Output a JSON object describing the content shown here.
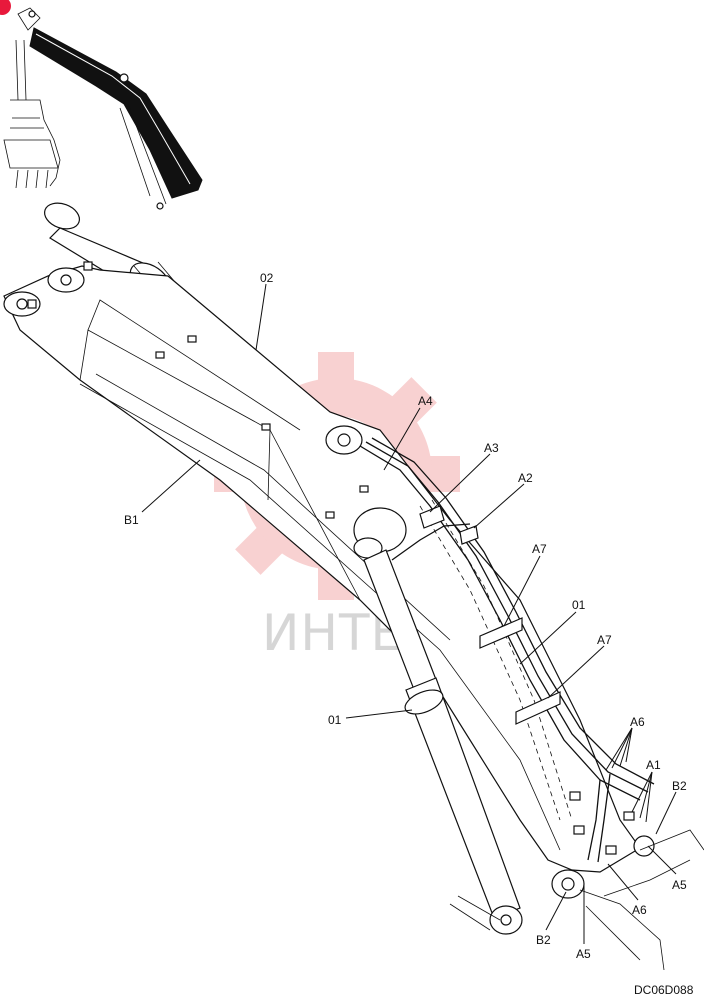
{
  "watermark": {
    "text": "ИНТЕХ",
    "gear_color": "#f7c9c9",
    "text_color": "#d6d6d6"
  },
  "drawing_code": "DC06D088",
  "corner_marker_color": "#e8193c",
  "callouts": [
    {
      "id": "lbl-02",
      "text": "02"
    },
    {
      "id": "lbl-A4",
      "text": "A4"
    },
    {
      "id": "lbl-A3",
      "text": "A3"
    },
    {
      "id": "lbl-A2",
      "text": "A2"
    },
    {
      "id": "lbl-B1",
      "text": "B1"
    },
    {
      "id": "lbl-A7a",
      "text": "A7"
    },
    {
      "id": "lbl-01a",
      "text": "01"
    },
    {
      "id": "lbl-A7b",
      "text": "A7"
    },
    {
      "id": "lbl-01b",
      "text": "01"
    },
    {
      "id": "lbl-A6a",
      "text": "A6"
    },
    {
      "id": "lbl-A1",
      "text": "A1"
    },
    {
      "id": "lbl-B2a",
      "text": "B2"
    },
    {
      "id": "lbl-A5a",
      "text": "A5"
    },
    {
      "id": "lbl-A6b",
      "text": "A6"
    },
    {
      "id": "lbl-B2b",
      "text": "B2"
    },
    {
      "id": "lbl-A5b",
      "text": "A5"
    }
  ]
}
